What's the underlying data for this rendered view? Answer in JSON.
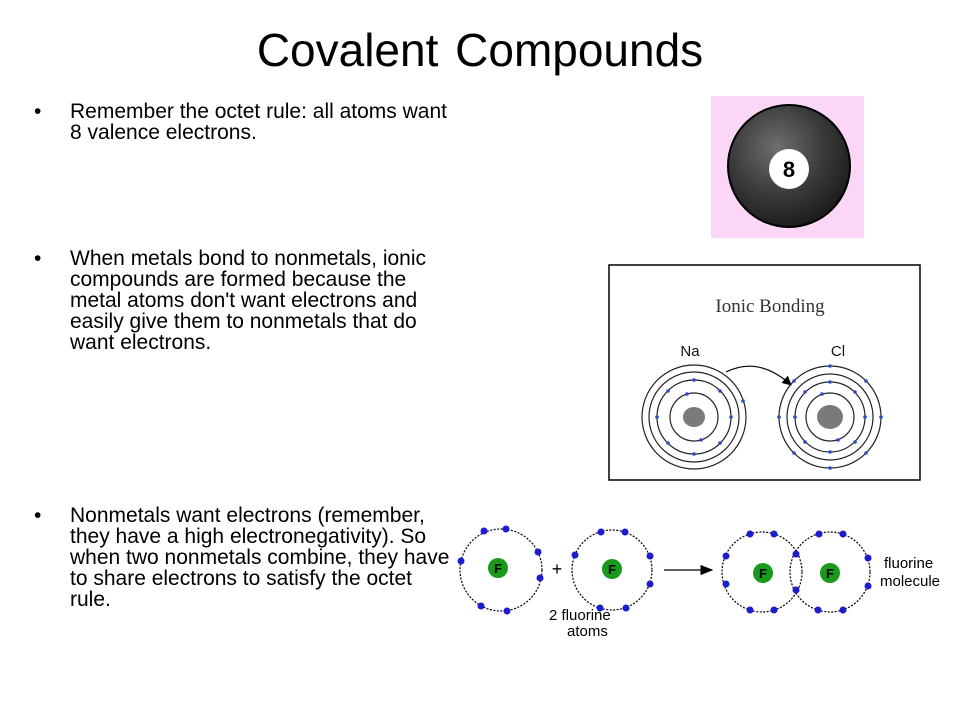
{
  "slide": {
    "title": "Covalent Compounds",
    "bullet_char": "•",
    "bullets": [
      "Remember the octet rule: all atoms want 8 valence electrons.",
      "When metals bond to nonmetals, ionic compounds are formed because the metal atoms don't want electrons and easily give them to nonmetals that do want electrons.",
      "Nonmetals want electrons (remember, they have a high electronegativity). So when two nonmetals combine, they have to share electrons to satisfy the octet rule."
    ]
  },
  "eight_ball": {
    "label": "8",
    "colors": {
      "background": "#fcd6f7",
      "ball": "#3c3c3c",
      "spot": "#ffffff"
    }
  },
  "ionic_figure": {
    "title": "Ionic Bonding",
    "left_atom": "Na",
    "right_atom": "Cl",
    "colors": {
      "nucleus": "#7a7a7a",
      "electron": "#3048c8",
      "border": "#000000"
    }
  },
  "fluorine_figure": {
    "atom_symbol": "F",
    "plus": "+",
    "reactant_label_line1": "2 fluorine",
    "reactant_label_line2": "atoms",
    "product_label_line1": "fluorine",
    "product_label_line2": "molecule",
    "colors": {
      "nucleus": "#1a9a1a",
      "electron": "#1c1cd0"
    }
  }
}
